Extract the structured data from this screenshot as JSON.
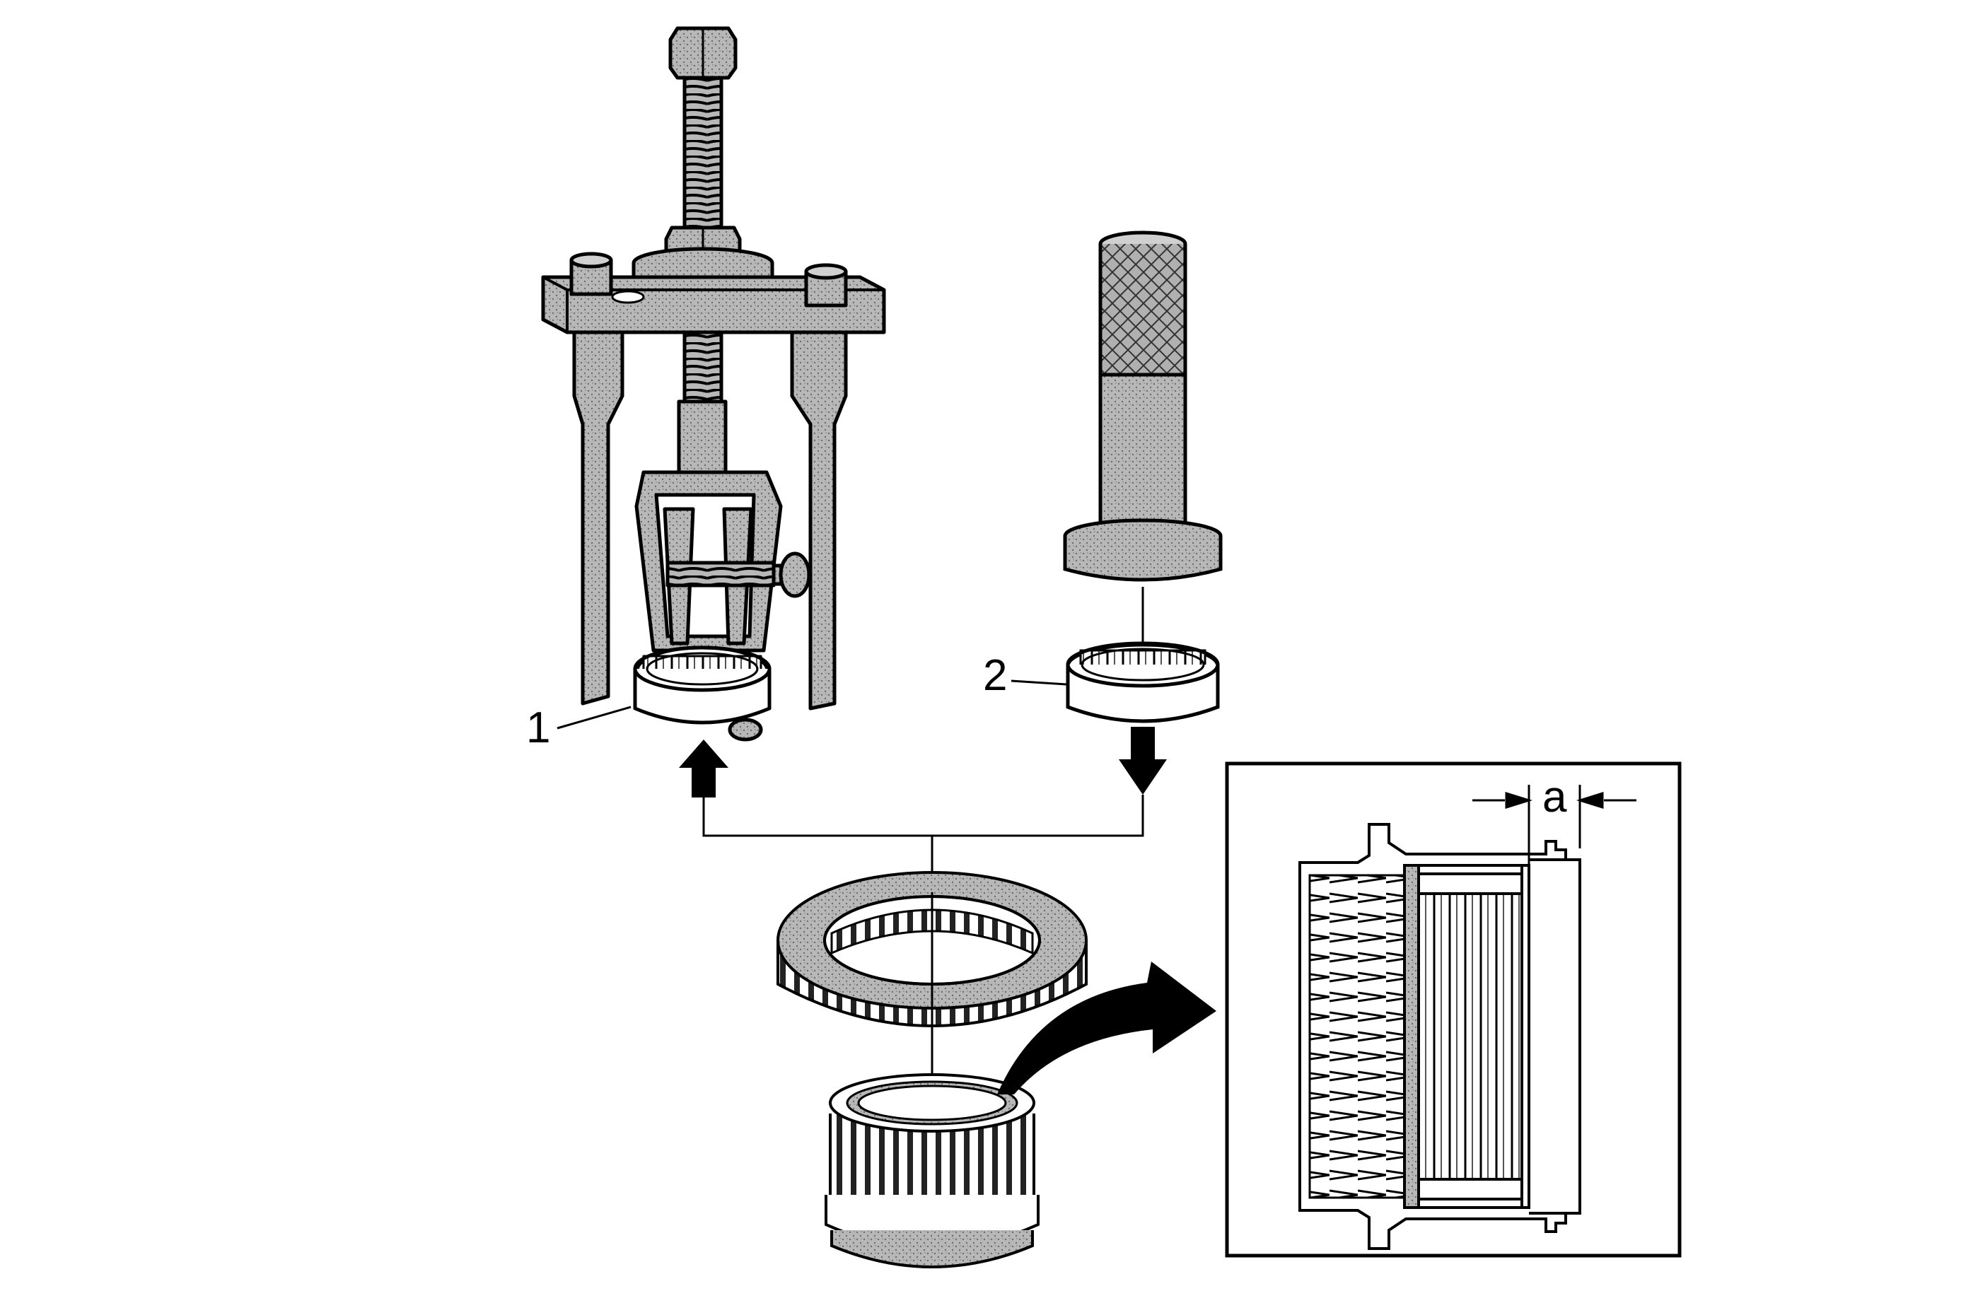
{
  "labels": {
    "callout_1": "1",
    "callout_2": "2",
    "dimension_a": "a"
  },
  "colors": {
    "ink": "#000000",
    "tone": "#b8b8b8",
    "tone_dark": "#9a9a9a",
    "paper": "#ffffff"
  },
  "parts": [
    "bearing-puller-icon",
    "bearing-installer-icon",
    "needle-bearing-icon",
    "gear-icon",
    "hub-icon",
    "detail-section-icon",
    "arrow-up-icon",
    "arrow-down-icon",
    "curved-arrow-icon"
  ]
}
